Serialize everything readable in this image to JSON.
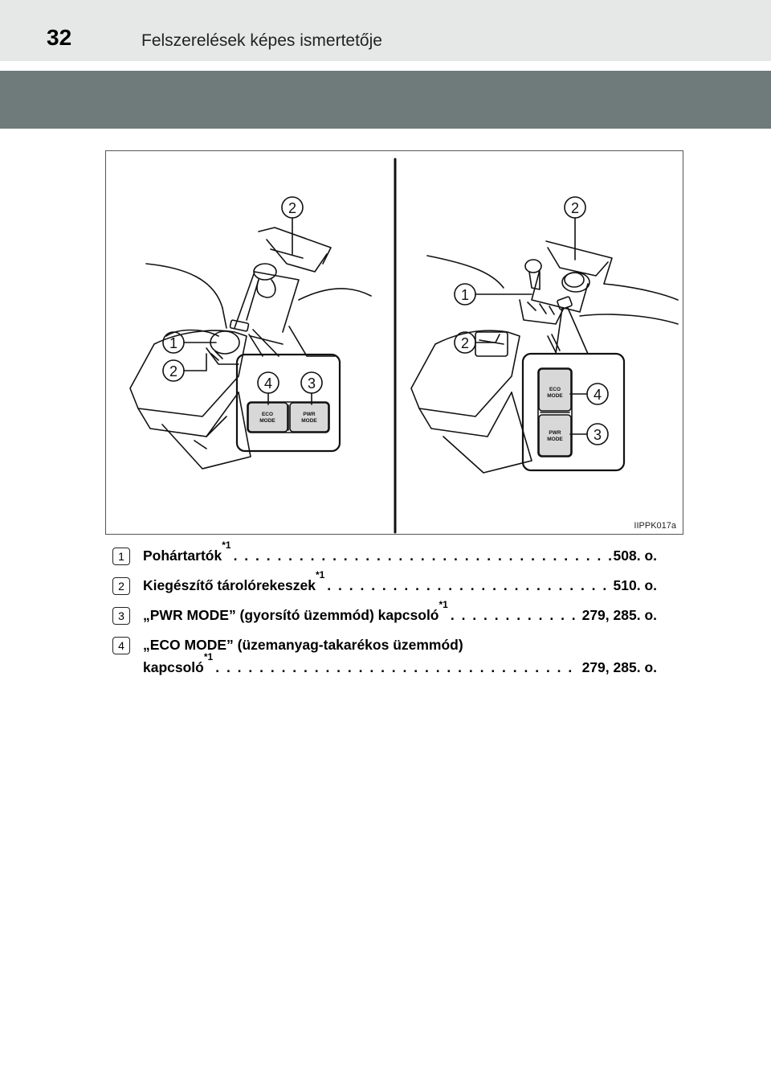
{
  "header": {
    "page_number": "32",
    "section_title": "Felszerelések képes ismertetője"
  },
  "figure": {
    "code": "IIPPK017a",
    "left_callouts": [
      "2",
      "1",
      "2",
      "4",
      "3"
    ],
    "right_callouts": [
      "2",
      "1",
      "2",
      "4",
      "3"
    ],
    "eco_label_1": "ECO",
    "eco_label_2": "MODE",
    "pwr_label_1": "PWR",
    "pwr_label_2": "MODE"
  },
  "legend": [
    {
      "number": "1",
      "text": "Pohártartók",
      "mark": "*1",
      "page": "508. o."
    },
    {
      "number": "2",
      "text": "Kiegészítő tárolórekeszek",
      "mark": "*1",
      "page": "510. o."
    },
    {
      "number": "3",
      "text": "„PWR MODE” (gyorsító üzemmód) kapcsoló",
      "mark": "*1",
      "page": "279, 285. o."
    },
    {
      "number": "4",
      "text_line1": "„ECO MODE” (üzemanyag-takarékos üzemmód)",
      "text": "kapcsoló",
      "mark": "*1",
      "page": "279, 285. o."
    }
  ]
}
